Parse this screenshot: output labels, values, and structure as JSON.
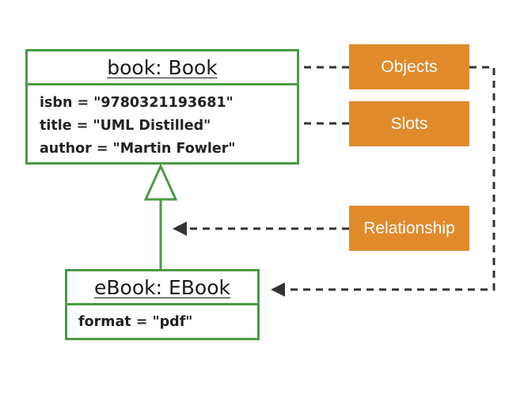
{
  "book": {
    "title": "book: Book",
    "slots": [
      "isbn = \"9780321193681\"",
      "title = \"UML Distilled\"",
      "author = \"Martin Fowler\""
    ]
  },
  "ebook": {
    "title": "eBook: EBook",
    "slots": [
      "format = \"pdf\""
    ]
  },
  "callouts": {
    "objects": "Objects",
    "slots": "Slots",
    "relationship": "Relationship"
  },
  "colors": {
    "uml_border": "#4a9a45",
    "callout_fill": "#e08a2c",
    "callout_text": "#ffffff",
    "arrow": "#333333"
  }
}
